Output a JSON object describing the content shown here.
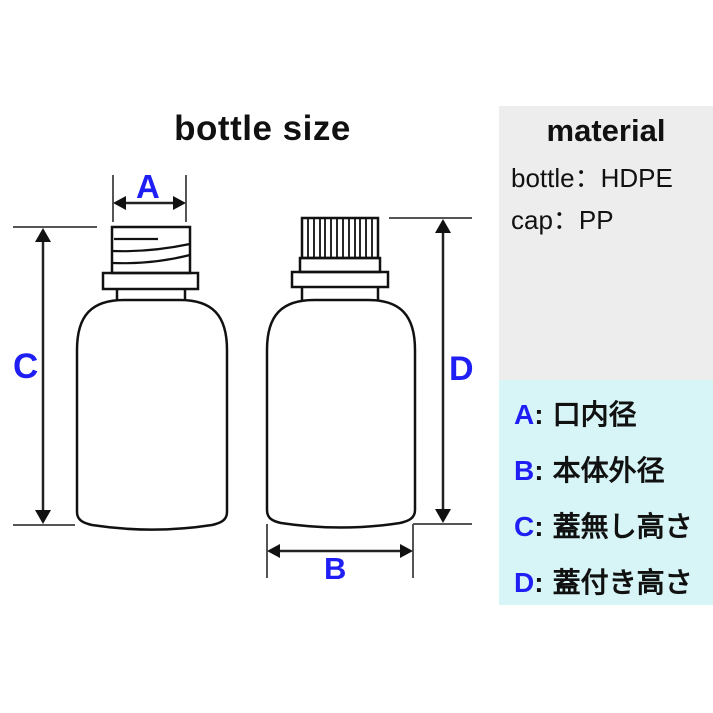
{
  "title": "bottle size",
  "material": {
    "heading": "material",
    "lines": [
      "bottle：HDPE",
      "cap：PP"
    ]
  },
  "legend": {
    "colon": ":",
    "items": [
      {
        "letter": "A",
        "label": "口内径"
      },
      {
        "letter": "B",
        "label": "本体外径"
      },
      {
        "letter": "C",
        "label": "蓋無し高さ"
      },
      {
        "letter": "D",
        "label": "蓋付き高さ"
      }
    ]
  },
  "diagram": {
    "dims": {
      "a": "A",
      "b": "B",
      "c": "C",
      "d": "D"
    },
    "left_bottle": "bottle without cap (threaded neck)",
    "right_bottle": "bottle with ribbed cap"
  },
  "colors": {
    "accent_blue": "#1f1ff5",
    "panel_gray": "#ededed",
    "panel_cyan": "#d7f5f6",
    "line_black": "#111111"
  }
}
